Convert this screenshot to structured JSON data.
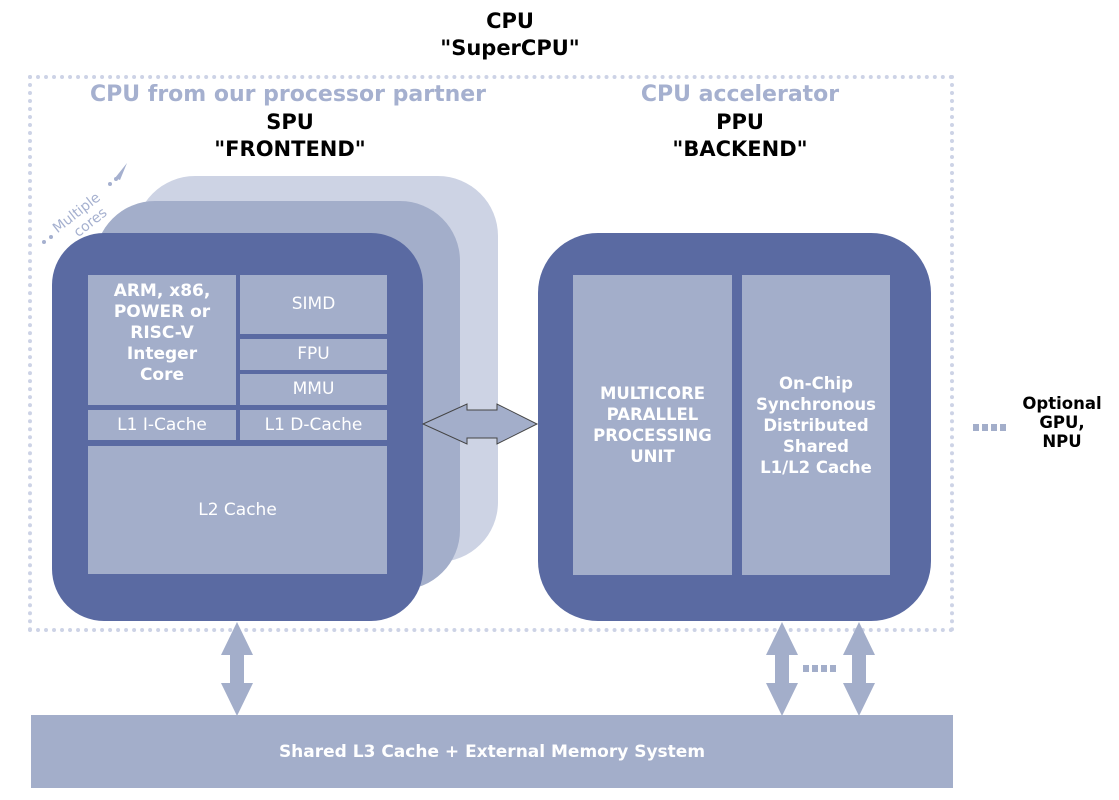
{
  "header": {
    "title_line1": "CPU",
    "title_line2": "\"SuperCPU\""
  },
  "left_section": {
    "caption": "CPU from our processor partner",
    "title_line1": "SPU",
    "title_line2": "\"FRONTEND\"",
    "annotation_line1": "Multiple",
    "annotation_line2": "cores",
    "blocks": {
      "integer_core": [
        "ARM, x86,",
        "POWER or",
        "RISC-V",
        "Integer",
        "Core"
      ],
      "simd": "SIMD",
      "fpu": "FPU",
      "mmu": "MMU",
      "l1_icache": "L1 I-Cache",
      "l1_dcache": "L1 D-Cache",
      "l2_cache": "L2 Cache"
    }
  },
  "right_section": {
    "caption": "CPU accelerator",
    "title_line1": "PPU",
    "title_line2": "\"BACKEND\"",
    "blocks": {
      "parallel_unit": [
        "MULTICORE",
        "PARALLEL",
        "PROCESSING",
        "UNIT"
      ],
      "shared_cache": [
        "On-Chip",
        "Synchronous",
        "Distributed",
        "Shared",
        "L1/L2 Cache"
      ]
    }
  },
  "optional": {
    "lines": [
      "Optional",
      "GPU,",
      "NPU"
    ]
  },
  "memory": {
    "label": "Shared L3 Cache + External Memory System"
  },
  "colors": {
    "core_dark": "#5a6aa2",
    "core_mid": "#a3aeca",
    "core_light": "#cdd3e4",
    "caption_muted": "#a5b0cf",
    "frame_dots": "#cdd3e6"
  }
}
